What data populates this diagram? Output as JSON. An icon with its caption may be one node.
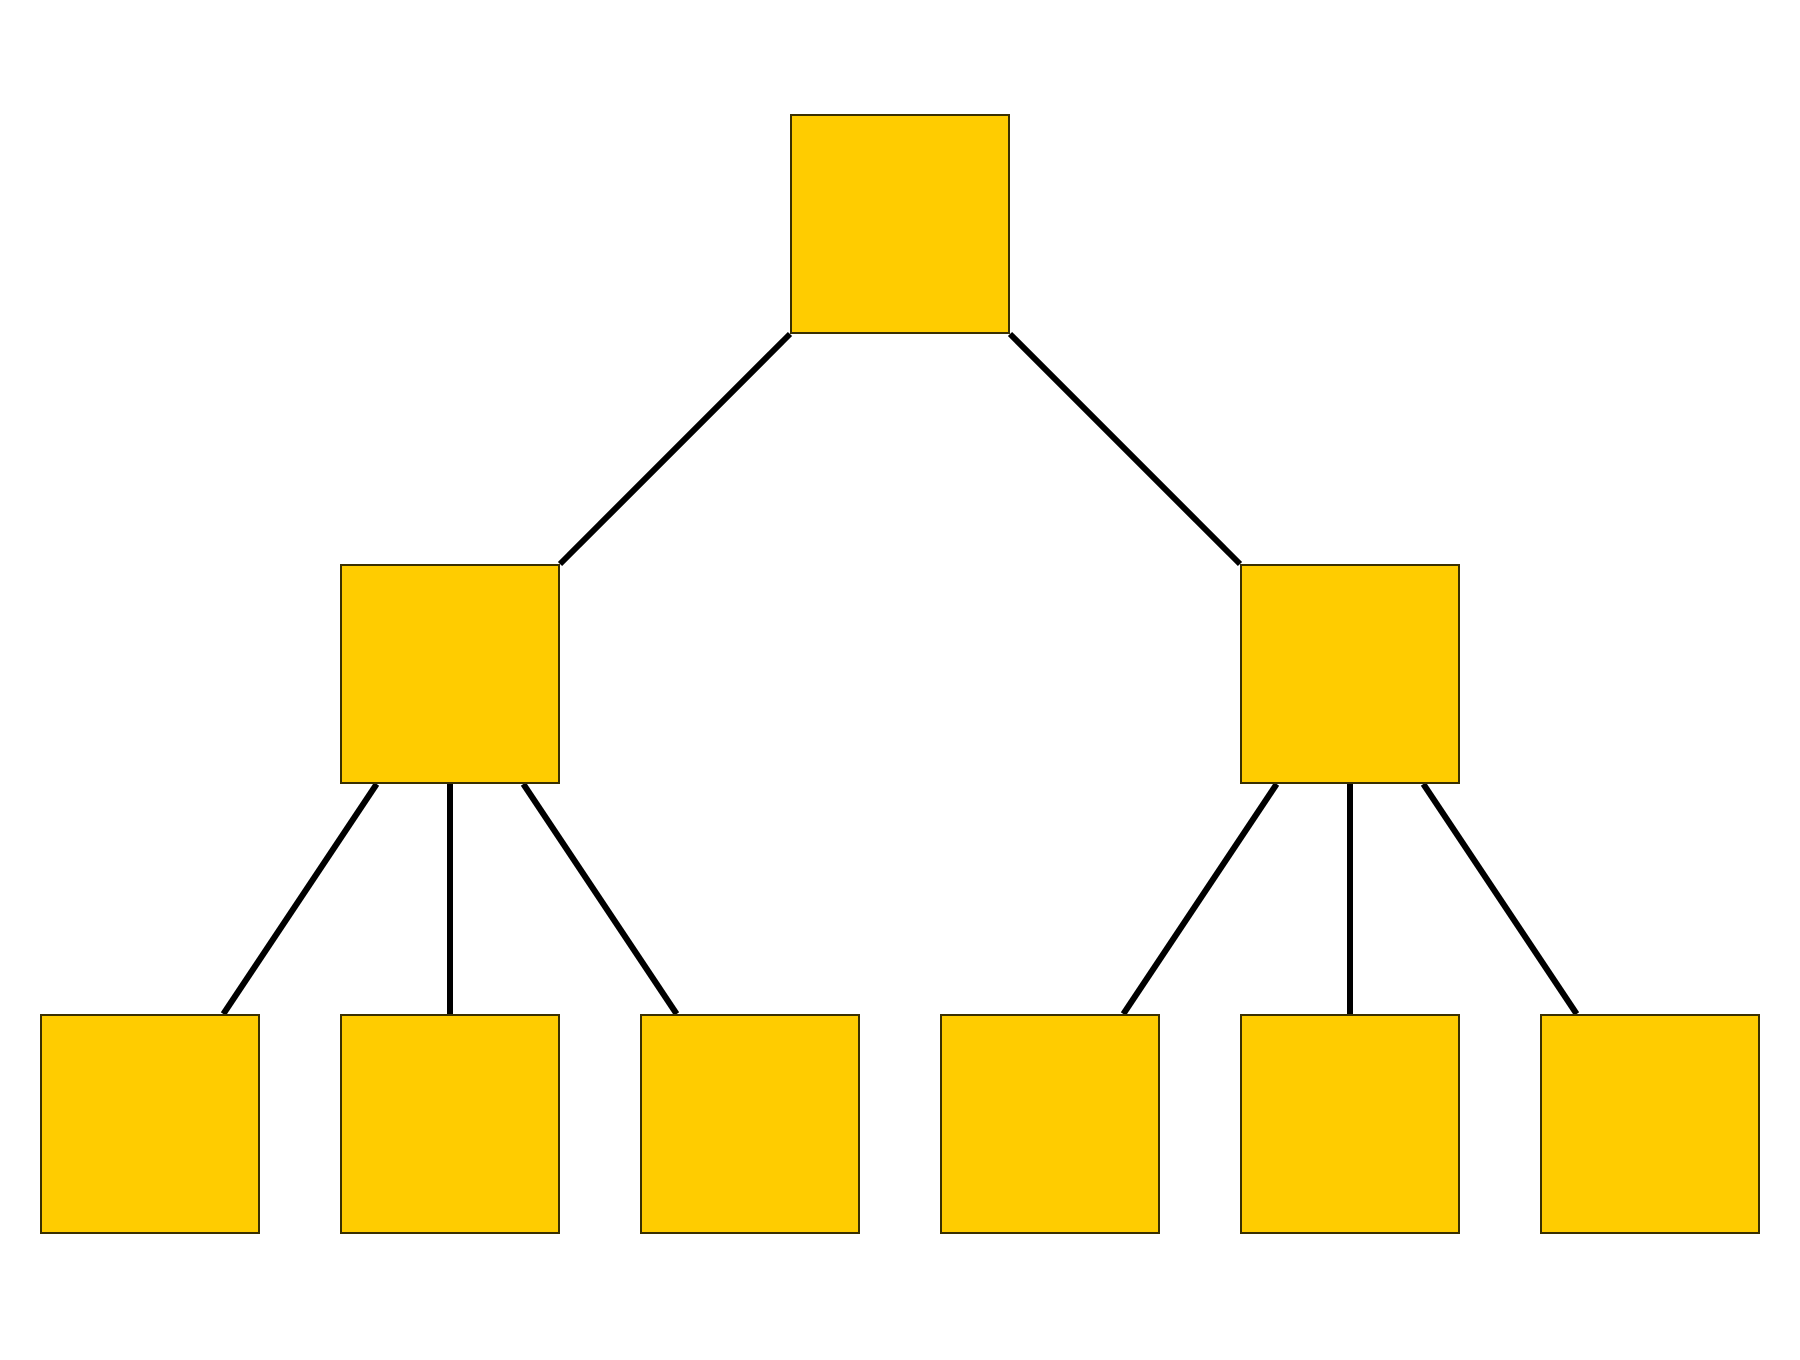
{
  "diagram": {
    "nodes": [
      {
        "text": [],
        "shape": "box"
      },
      {
        "text": [],
        "shape": "box"
      },
      {
        "text": [],
        "shape": "box"
      },
      {
        "text": [],
        "shape": "box"
      },
      {
        "text": [],
        "shape": "box"
      },
      {
        "text": [],
        "shape": "box"
      },
      {
        "text": [],
        "shape": "box"
      },
      {
        "text": [],
        "shape": "box"
      },
      {
        "text": [],
        "shape": "box"
      }
    ],
    "edges": [
      {
        "from": 0,
        "to": 1,
        "arrow": "none"
      },
      {
        "from": 0,
        "to": 2,
        "arrow": "none"
      },
      {
        "from": 1,
        "to": 3,
        "arrow": "none"
      },
      {
        "from": 1,
        "to": 4,
        "arrow": "none"
      },
      {
        "from": 1,
        "to": 5,
        "arrow": "none"
      },
      {
        "from": 2,
        "to": 6,
        "arrow": "none"
      },
      {
        "from": 2,
        "to": 7,
        "arrow": "none"
      },
      {
        "from": 2,
        "to": 8,
        "arrow": "none"
      }
    ]
  }
}
